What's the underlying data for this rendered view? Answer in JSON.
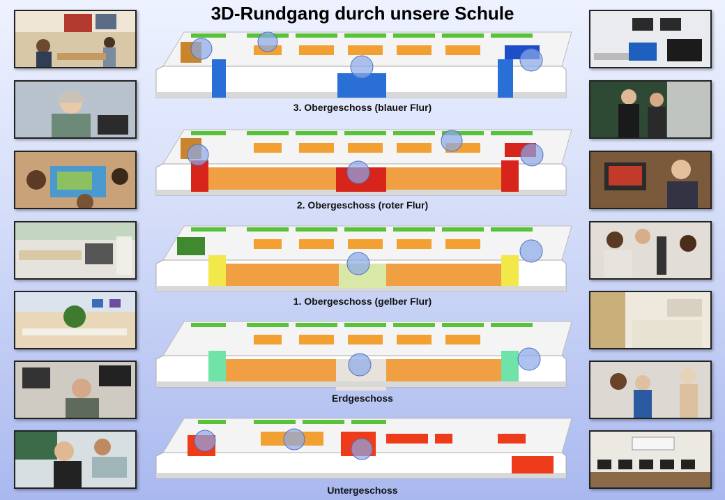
{
  "title": "3D-Rundgang durch unsere Schule",
  "floors": [
    {
      "label": "3. Obergeschoss (blauer Flur)",
      "corridor_color": "#2a6fd6",
      "accent_color": "#1f4fc8"
    },
    {
      "label": "2. Obergeschoss (roter Flur)",
      "corridor_color": "#f0a043",
      "accent_color": "#d8251b"
    },
    {
      "label": "1. Obergeschoss (gelber Flur)",
      "corridor_color": "#f0a043",
      "accent_color": "#f2e84a"
    },
    {
      "label": "Erdgeschoss",
      "corridor_color": "#f0a043",
      "accent_color": "#6fe3a8"
    },
    {
      "label": "Untergeschoss",
      "corridor_color": "#ffffff",
      "accent_color": "#ee3b1a"
    }
  ],
  "colors": {
    "wall": "#ffffff",
    "roof_green": "#58c23a",
    "desk_orange": "#f3a033",
    "hotspot": "#8aa8e8",
    "photo_border": "#222222"
  }
}
